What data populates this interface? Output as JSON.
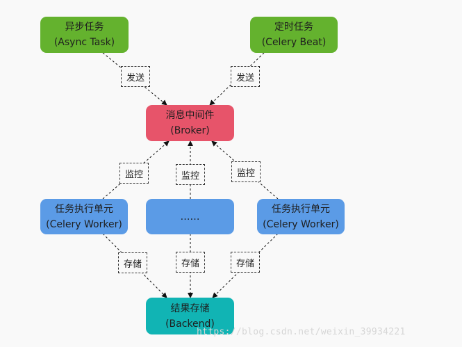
{
  "nodes": {
    "async_task": {
      "title": "异步任务",
      "subtitle": "(Async Task)"
    },
    "celery_beat": {
      "title": "定时任务",
      "subtitle": "(Celery Beat)"
    },
    "broker": {
      "title": "消息中间件",
      "subtitle": "(Broker)"
    },
    "worker_left": {
      "title": "任务执行单元",
      "subtitle": "(Celery Worker)"
    },
    "worker_mid": {
      "title": "……"
    },
    "worker_right": {
      "title": "任务执行单元",
      "subtitle": "(Celery Worker)"
    },
    "backend": {
      "title": "结果存储",
      "subtitle": "(Backend)"
    }
  },
  "edge_labels": {
    "send": "发送",
    "monitor": "监控",
    "store": "存储"
  },
  "colors": {
    "task": "#64b22e",
    "broker": "#e7546a",
    "worker": "#5b9be6",
    "backend": "#11b4b4"
  },
  "watermark": "https://blog.csdn.net/weixin_39934221"
}
